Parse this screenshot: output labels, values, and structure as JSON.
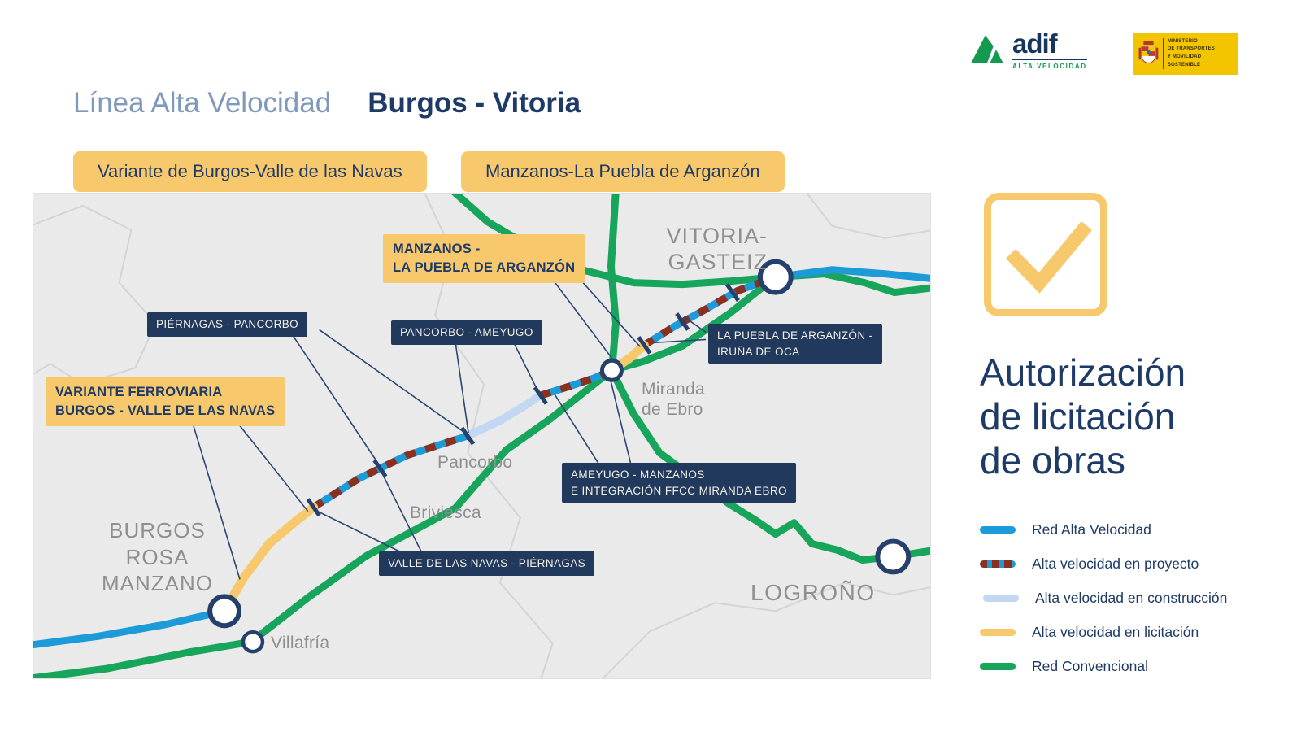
{
  "header": {
    "adif": {
      "name": "adif",
      "sub": "ALTA VELOCIDAD"
    },
    "ministry": {
      "lines": [
        "MINISTERIO",
        "DE TRANSPORTES",
        "Y MOVILIDAD SOSTENIBLE"
      ]
    }
  },
  "title": {
    "prefix": "Línea Alta Velocidad",
    "name": "Burgos - Vitoria"
  },
  "tabs": [
    {
      "label": "Variante de Burgos-Valle de las Navas"
    },
    {
      "label": "Manzanos-La Puebla de Arganzón"
    }
  ],
  "map": {
    "cities": {
      "vitoria_line1": "VITORIA-",
      "vitoria_line2": "GASTEIZ",
      "miranda_line1": "Miranda",
      "miranda_line2": "de Ebro",
      "pancorbo": "Pancorbo",
      "briviesca": "Briviesca",
      "burgos_line1": "BURGOS",
      "burgos_line2": "ROSA",
      "burgos_line3": "MANZANO",
      "villafria": "Villafría",
      "logrono": "LOGROÑO"
    },
    "section_labels": {
      "piernagas_pancorbo": "PIÉRNAGAS - PANCORBO",
      "pancorbo_ameyugo": "PANCORBO - AMEYUGO",
      "la_puebla_line1": "LA PUEBLA DE ARGANZÓN -",
      "la_puebla_line2": "IRUÑA DE OCA",
      "ameyugo_line1": "AMEYUGO - MANZANOS",
      "ameyugo_line2": "E INTEGRACIÓN FFCC MIRANDA EBRO",
      "valle_navas": "VALLE DE LAS NAVAS - PIÉRNAGAS",
      "manzanos_line1": "MANZANOS -",
      "manzanos_line2": "LA PUEBLA DE ARGANZÓN",
      "variante_line1": "VARIANTE FERROVIARIA",
      "variante_line2": "BURGOS - VALLE DE LAS NAVAS"
    }
  },
  "panel": {
    "heading_line1": "Autorización",
    "heading_line2": "de licitación",
    "heading_line3": "de obras"
  },
  "legend": {
    "items": [
      {
        "key": "alta_velocidad",
        "label": "Red Alta Velocidad"
      },
      {
        "key": "proyecto",
        "label": "Alta velocidad en proyecto"
      },
      {
        "key": "construccion",
        "label": "Alta velocidad en construcción"
      },
      {
        "key": "licitacion",
        "label": "Alta velocidad en licitación"
      },
      {
        "key": "convencional",
        "label": "Red Convencional"
      }
    ]
  },
  "colors": {
    "alta_velocidad": "#1C9BD8",
    "proyecto_dash": "#8A3021",
    "construccion": "#C2D7F2",
    "licitacion": "#F8C96C",
    "convencional": "#17A45B",
    "navy": "#1E3A66",
    "map_background": "#EAEAEA"
  }
}
